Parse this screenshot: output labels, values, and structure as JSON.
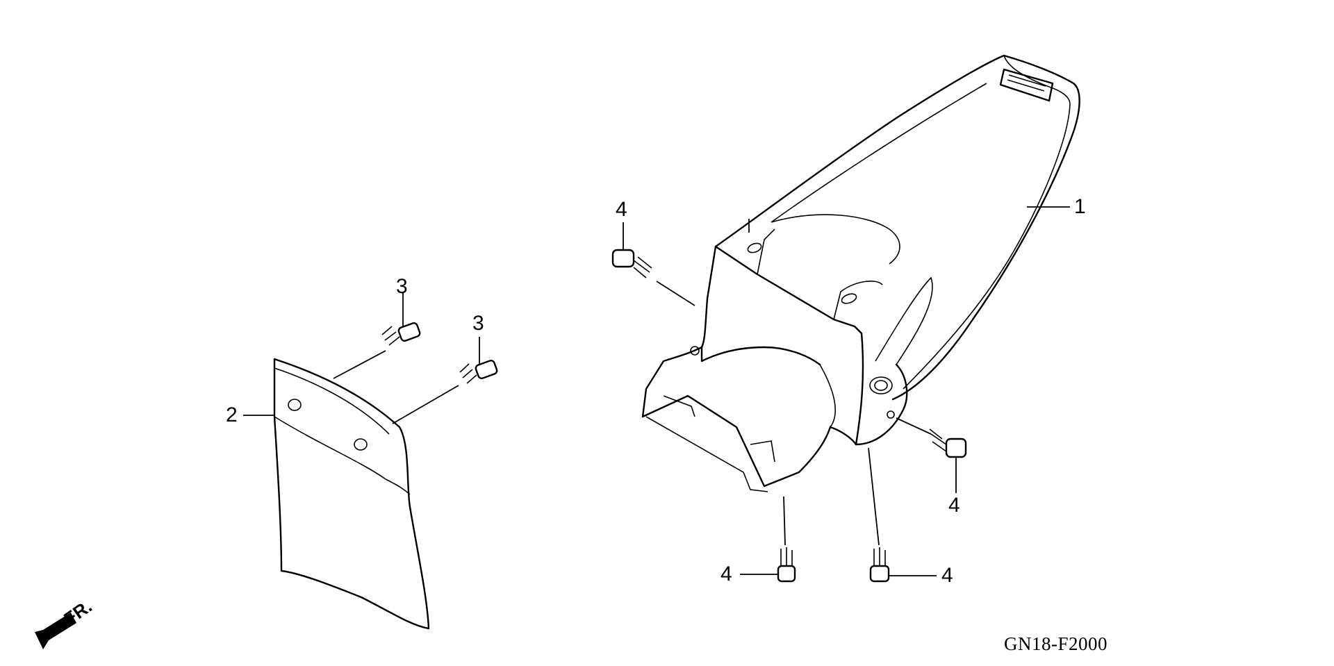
{
  "callouts": {
    "part_1": "1",
    "part_2": "2",
    "part_3a": "3",
    "part_3b": "3",
    "part_4a": "4",
    "part_4b": "4",
    "part_4c": "4",
    "part_4d": "4"
  },
  "direction_label": "FR.",
  "diagram_code": "GN18-F2000",
  "colors": {
    "ink": "#000000",
    "paper": "#ffffff"
  }
}
